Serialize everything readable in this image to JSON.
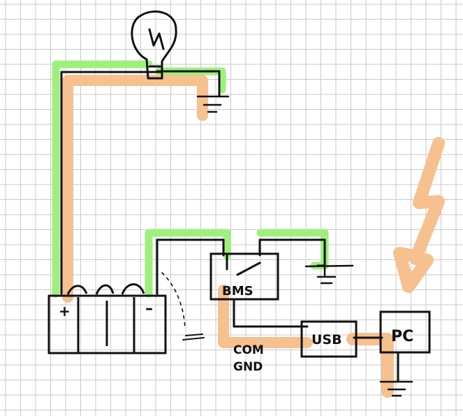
{
  "labels": {
    "battery_plus": "+",
    "battery_minus": "–",
    "bms": "BMS",
    "usb": "USB",
    "pc": "PC",
    "com": "COM",
    "gnd": "GND"
  },
  "colors": {
    "grid": "#c8c8c8",
    "positive_highlight": "#9df07c",
    "ground_highlight": "#f6c08f",
    "ink": "#111111"
  },
  "icons": [
    "lightbulb-icon",
    "ground-symbol-icon",
    "lightning-arrow-icon",
    "battery-icon"
  ]
}
